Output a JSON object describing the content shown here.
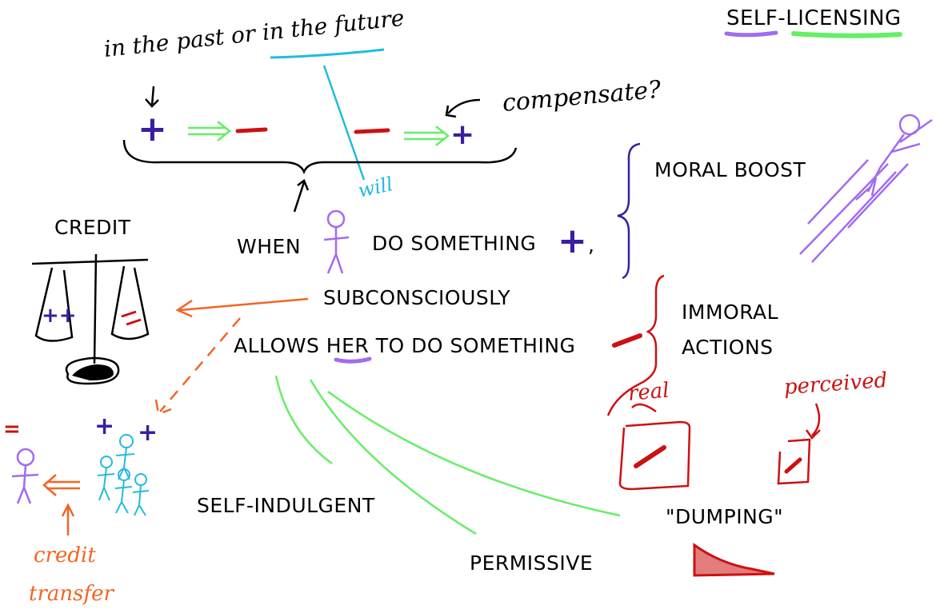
{
  "title": "SELF-LICENSING",
  "notes": {
    "time": "in the past or in the future",
    "compensate": "compensate?",
    "will": "will",
    "real": "real",
    "perceived": "perceived",
    "credit_transfer_1": "credit",
    "credit_transfer_2": "transfer"
  },
  "labels": {
    "moral_boost": "MORAL BOOST",
    "credit": "CREDIT",
    "when": "WHEN",
    "do_something": "DO SOMETHING",
    "comma": ",",
    "subconsciously": "SUBCONSCIOUSLY",
    "allows_her": "ALLOWS HER TO DO SOMETHING",
    "immoral_1": "IMMORAL",
    "immoral_2": "ACTIONS",
    "self_indulgent": "SELF-INDULGENT",
    "dumping": "\"DUMPING\"",
    "permissive": "PERMISSIVE"
  },
  "symbols": {
    "plus": "+",
    "minus": "–",
    "double_plus": "++",
    "double_minus": "="
  },
  "colors": {
    "ink": "#000000",
    "purple": "#7b3fe4",
    "dark_purple": "#3a1fa0",
    "green": "#66ee66",
    "red": "#cc1111",
    "cyan": "#22bbdd",
    "orange": "#f26522"
  }
}
